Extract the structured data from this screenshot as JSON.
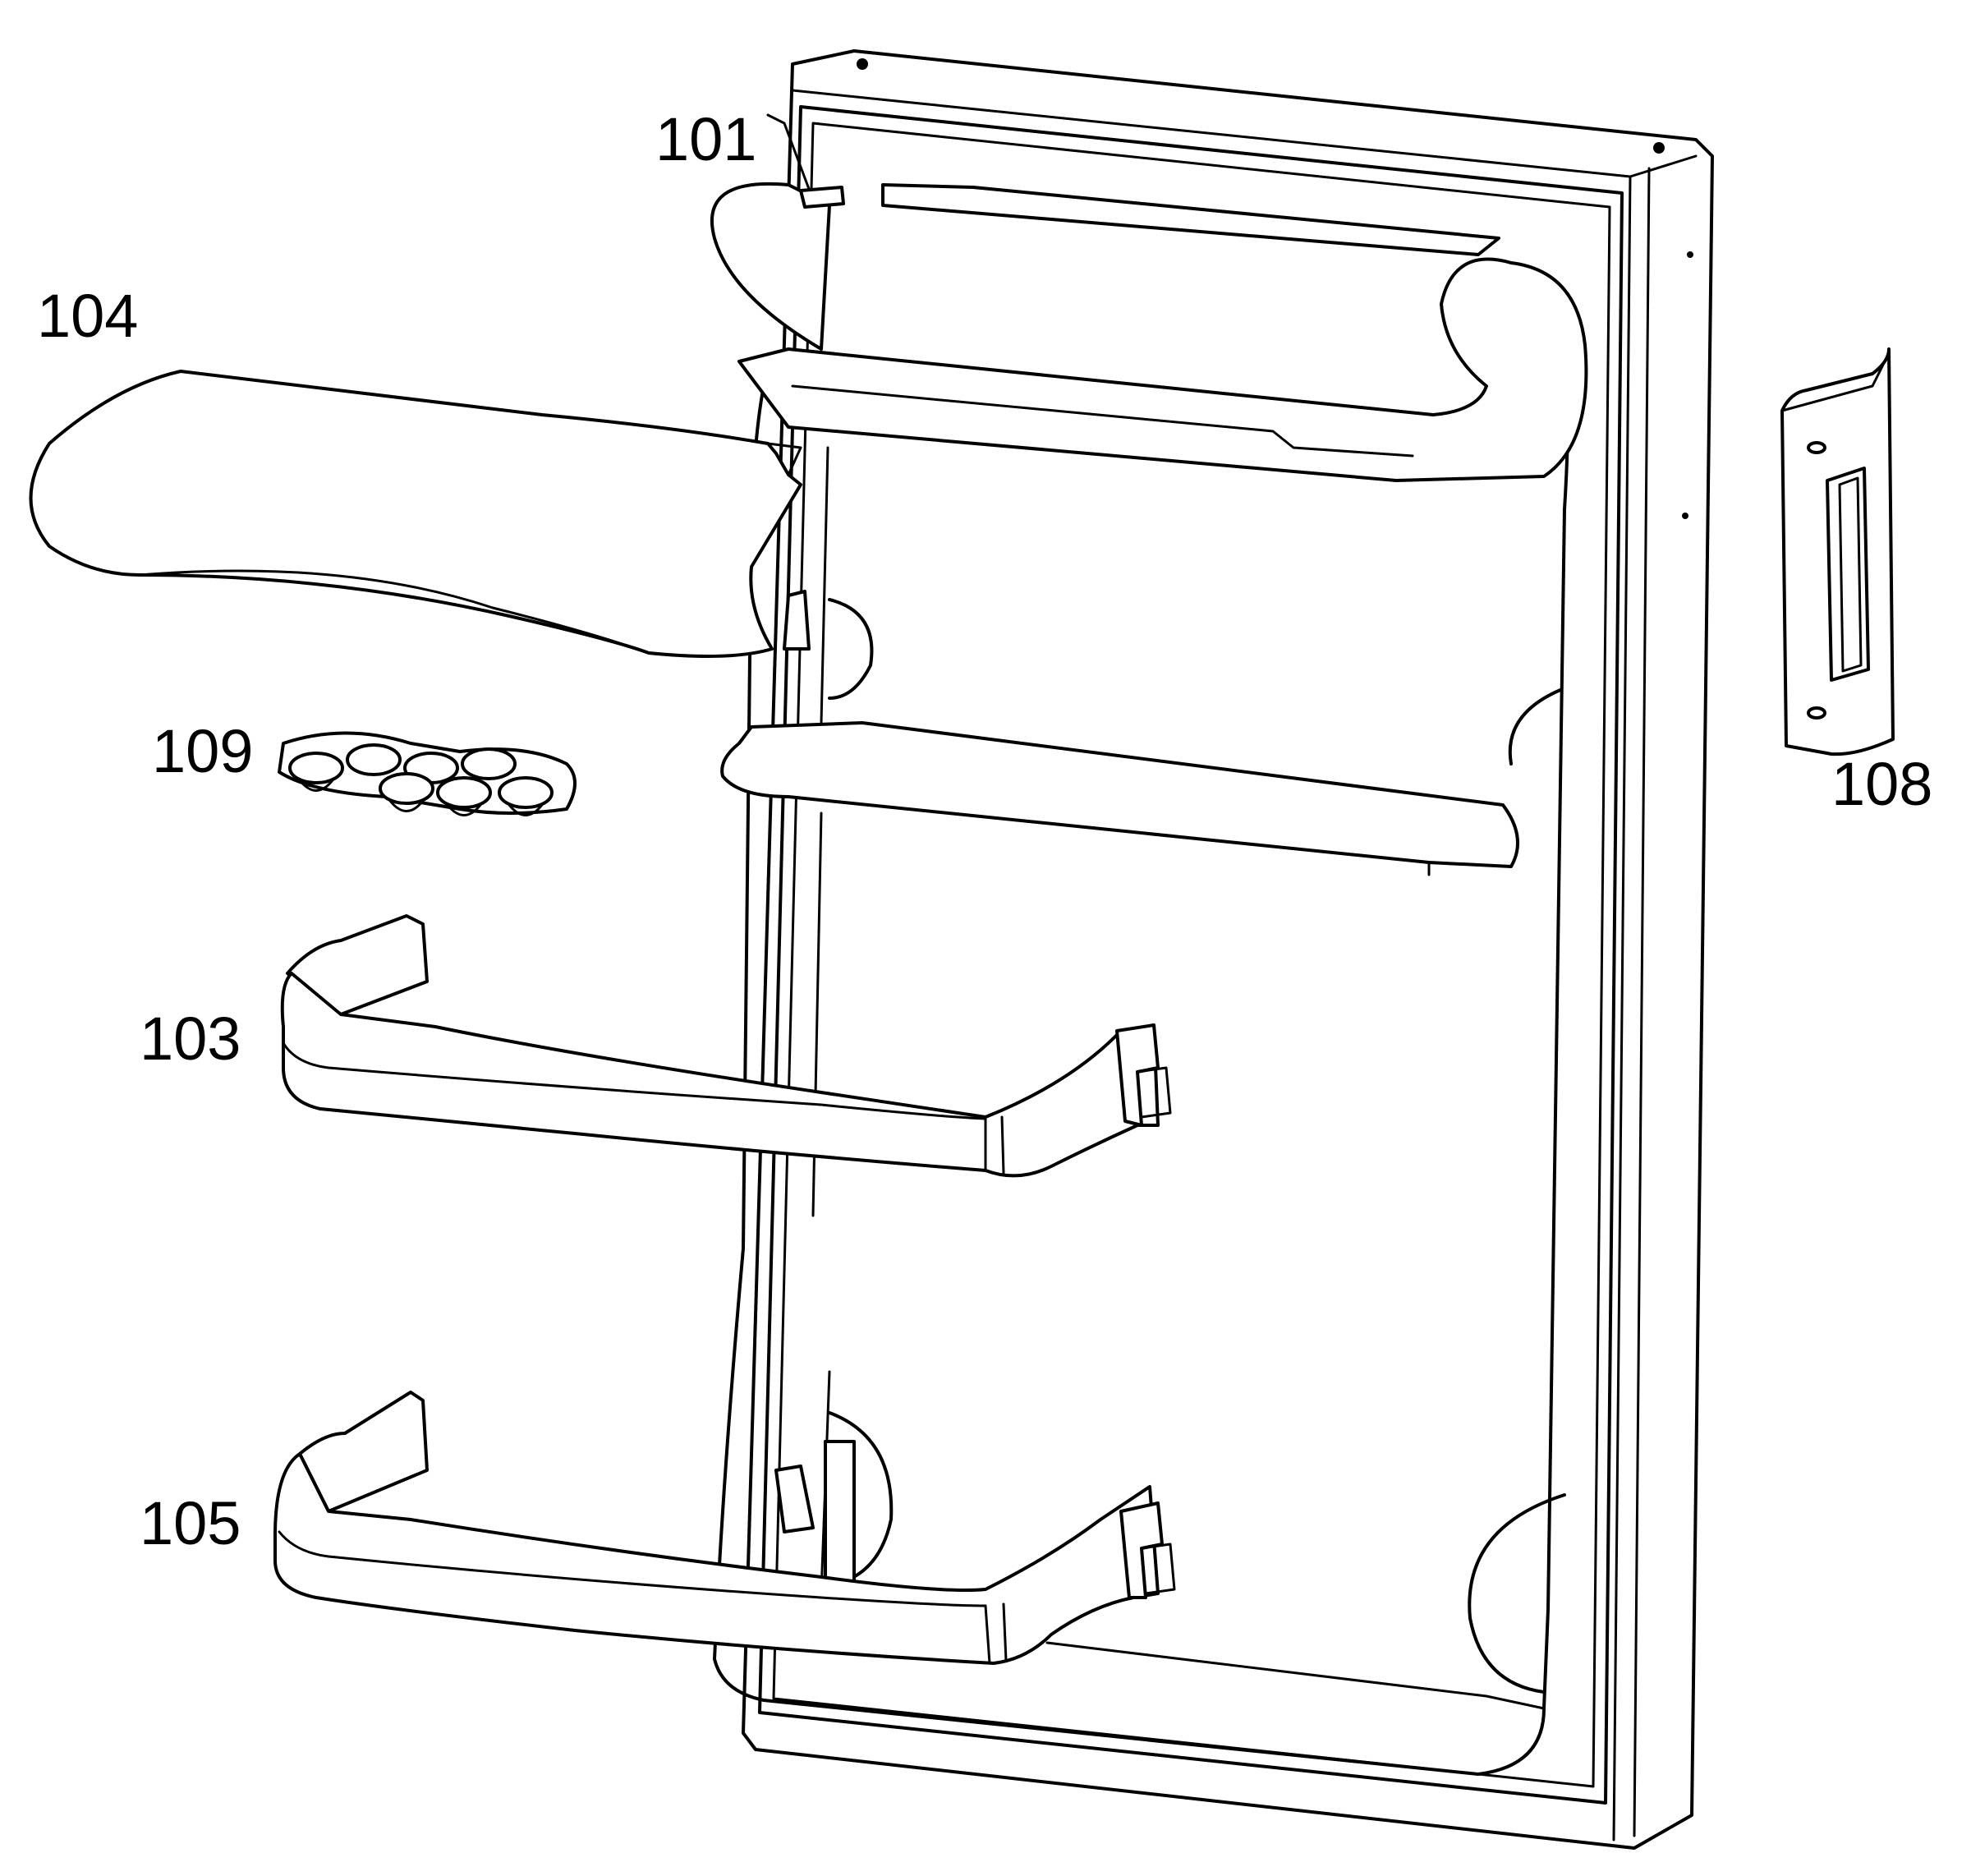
{
  "diagram": {
    "labels": {
      "door": "101",
      "upper_shelf_cover": "104",
      "egg_tray": "109",
      "middle_bin": "103",
      "lower_bin": "105",
      "handle": "108"
    }
  }
}
